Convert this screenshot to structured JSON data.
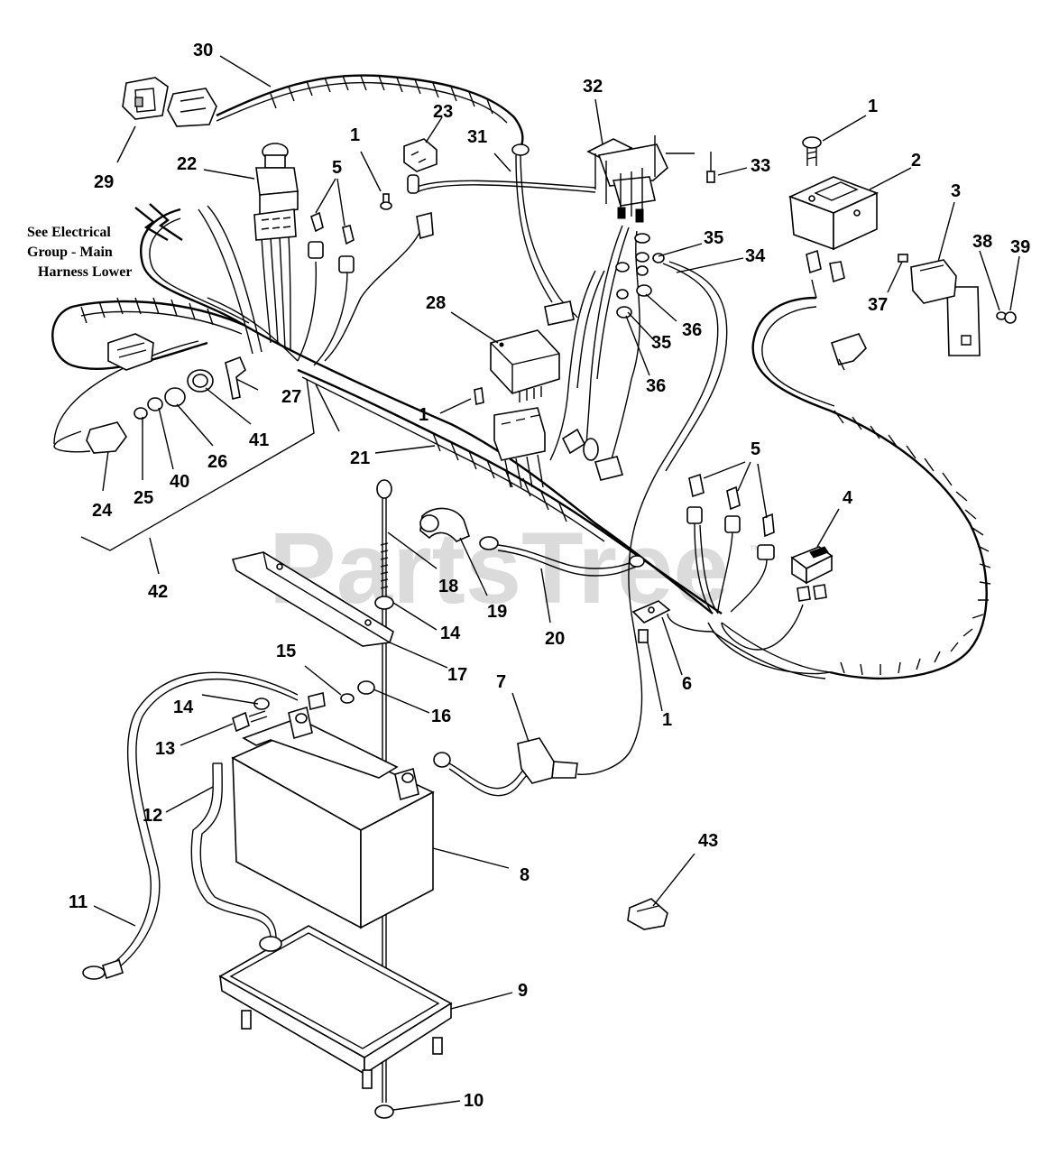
{
  "diagram": {
    "note_lines": [
      "See Electrical",
      "Group - Main",
      "Harness Lower"
    ],
    "watermark": "PartsTree",
    "watermark_mark": "™",
    "callouts": [
      {
        "id": "c30-a",
        "text": "30"
      },
      {
        "id": "c29",
        "text": "29"
      },
      {
        "id": "c22",
        "text": "22"
      },
      {
        "id": "c1-a",
        "text": "1"
      },
      {
        "id": "c5-a",
        "text": "5"
      },
      {
        "id": "c23",
        "text": "23"
      },
      {
        "id": "c31",
        "text": "31"
      },
      {
        "id": "c32",
        "text": "32"
      },
      {
        "id": "c33",
        "text": "33"
      },
      {
        "id": "c1-b",
        "text": "1"
      },
      {
        "id": "c2",
        "text": "2"
      },
      {
        "id": "c3",
        "text": "3"
      },
      {
        "id": "c38",
        "text": "38"
      },
      {
        "id": "c39",
        "text": "39"
      },
      {
        "id": "c35-a",
        "text": "35"
      },
      {
        "id": "c34",
        "text": "34"
      },
      {
        "id": "c37",
        "text": "37"
      },
      {
        "id": "c36-a",
        "text": "36"
      },
      {
        "id": "c35-b",
        "text": "35"
      },
      {
        "id": "c36-b",
        "text": "36"
      },
      {
        "id": "c28",
        "text": "28"
      },
      {
        "id": "c1-c",
        "text": "1"
      },
      {
        "id": "c27",
        "text": "27"
      },
      {
        "id": "c41",
        "text": "41"
      },
      {
        "id": "c21",
        "text": "21"
      },
      {
        "id": "c26",
        "text": "26"
      },
      {
        "id": "c40",
        "text": "40"
      },
      {
        "id": "c24",
        "text": "24"
      },
      {
        "id": "c25",
        "text": "25"
      },
      {
        "id": "c5-b",
        "text": "5"
      },
      {
        "id": "c4",
        "text": "4"
      },
      {
        "id": "c42",
        "text": "42"
      },
      {
        "id": "c18",
        "text": "18"
      },
      {
        "id": "c19",
        "text": "19"
      },
      {
        "id": "c14-a",
        "text": "14"
      },
      {
        "id": "c20",
        "text": "20"
      },
      {
        "id": "c17",
        "text": "17"
      },
      {
        "id": "c6",
        "text": "6"
      },
      {
        "id": "c15",
        "text": "15"
      },
      {
        "id": "c7",
        "text": "7"
      },
      {
        "id": "c14-b",
        "text": "14"
      },
      {
        "id": "c16",
        "text": "16"
      },
      {
        "id": "c1-d",
        "text": "1"
      },
      {
        "id": "c13",
        "text": "13"
      },
      {
        "id": "c12",
        "text": "12"
      },
      {
        "id": "c8",
        "text": "8"
      },
      {
        "id": "c43",
        "text": "43"
      },
      {
        "id": "c11",
        "text": "11"
      },
      {
        "id": "c9",
        "text": "9"
      },
      {
        "id": "c10",
        "text": "10"
      }
    ]
  }
}
